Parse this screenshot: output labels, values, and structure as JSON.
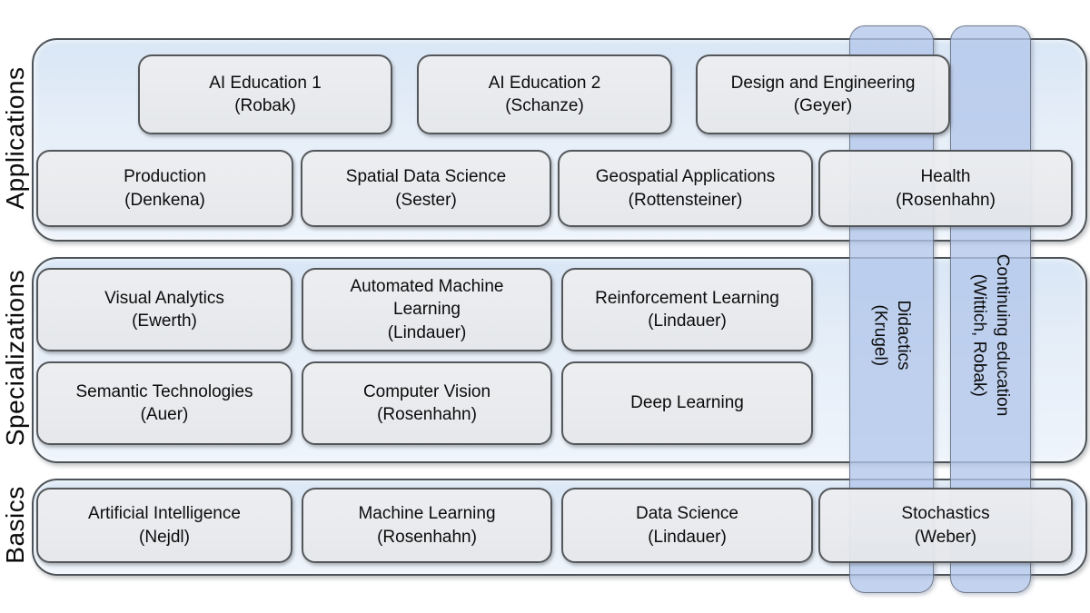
{
  "bands": [
    {
      "label": "Applications",
      "rows": [
        {
          "boxes": [
            {
              "title": "AI Education 1",
              "instructor": "(Robak)"
            },
            {
              "title": "AI Education 2",
              "instructor": "(Schanze)"
            },
            {
              "title": "Design and Engineering",
              "instructor": "(Geyer)"
            }
          ]
        },
        {
          "boxes": [
            {
              "title": "Production",
              "instructor": "(Denkena)"
            },
            {
              "title": "Spatial Data Science",
              "instructor": "(Sester)"
            },
            {
              "title": "Geospatial Applications",
              "instructor": "(Rottensteiner)"
            },
            {
              "title": "Health",
              "instructor": "(Rosenhahn)"
            }
          ]
        }
      ]
    },
    {
      "label": "Specializations",
      "rows": [
        {
          "boxes": [
            {
              "title": "Visual Analytics",
              "instructor": "(Ewerth)"
            },
            {
              "title": "Automated Machine Learning",
              "instructor": "(Lindauer)"
            },
            {
              "title": "Reinforcement Learning",
              "instructor": "(Lindauer)"
            }
          ]
        },
        {
          "boxes": [
            {
              "title": "Semantic Technologies",
              "instructor": "(Auer)"
            },
            {
              "title": "Computer Vision",
              "instructor": "(Rosenhahn)"
            },
            {
              "title": "Deep Learning",
              "instructor": ""
            }
          ]
        }
      ]
    },
    {
      "label": "Basics",
      "rows": [
        {
          "boxes": [
            {
              "title": "Artificial Intelligence",
              "instructor": "(Nejdl)"
            },
            {
              "title": "Machine Learning",
              "instructor": "(Rosenhahn)"
            },
            {
              "title": "Data Science",
              "instructor": "(Lindauer)"
            },
            {
              "title": "Stochastics",
              "instructor": "(Weber)"
            }
          ]
        }
      ]
    }
  ],
  "overlays": [
    {
      "title": "Didactics",
      "instructor": "(Krugel)"
    },
    {
      "title": "Continuing education",
      "instructor": "(Wittich, Robak)"
    }
  ],
  "colors": {
    "band_fill_top": "#d9e6f5",
    "band_fill_bottom": "#eef4fb",
    "band_border": "#4d5358",
    "box_fill": "#e9eaec",
    "box_border": "#54575a",
    "overlay_bar_fill": "#b2c7ea",
    "overlay_bar_border": "#5f6672",
    "text": "#0c0c0c"
  }
}
